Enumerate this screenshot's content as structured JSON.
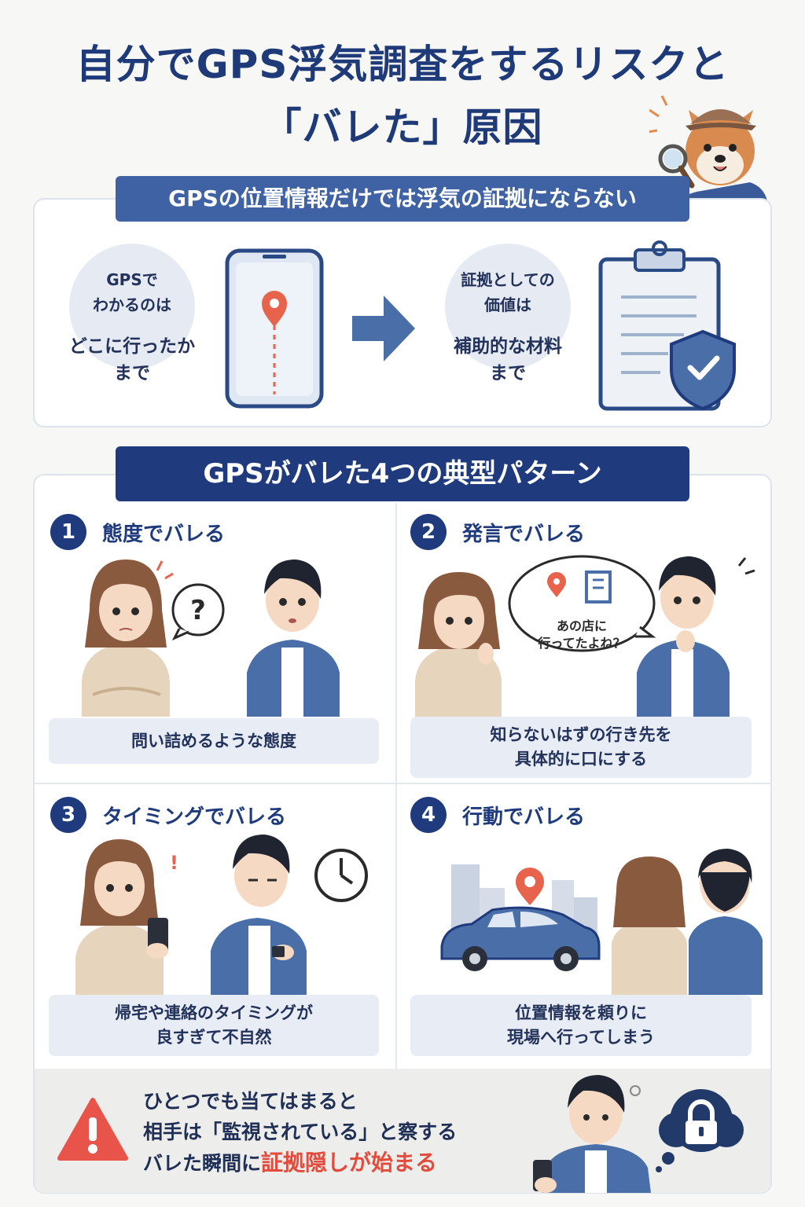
{
  "title": {
    "line1": "自分でGPS浮気調査をするリスクと",
    "line2": "「バレた」原因"
  },
  "section1": {
    "banner": "GPSの位置情報だけでは浮気の証拠にならない",
    "left_bubble": {
      "small1": "GPSで",
      "small2": "わかるのは",
      "big1": "どこに行ったか",
      "big2": "まで"
    },
    "right_bubble": {
      "small1": "証拠としての",
      "small2": "価値は",
      "big1": "補助的な材料",
      "big2": "まで"
    },
    "icons": [
      "phone-map-icon",
      "arrow-right-icon",
      "clipboard-shield-icon"
    ]
  },
  "section2": {
    "banner": "GPSがバレた4つの典型パターン",
    "patterns": [
      {
        "num": "1",
        "title": "態度でバレる",
        "caption1": "問い詰めるような態度",
        "caption2": ""
      },
      {
        "num": "2",
        "title": "発言でバレる",
        "caption1": "知らないはずの行き先を",
        "caption2": "具体的に口にする",
        "speech1": "あの店に",
        "speech2": "行ってたよね？"
      },
      {
        "num": "3",
        "title": "タイミングでバレる",
        "caption1": "帰宅や連絡のタイミングが",
        "caption2": "良すぎて不自然"
      },
      {
        "num": "4",
        "title": "行動でバレる",
        "caption1": "位置情報を頼りに",
        "caption2": "現場へ行ってしまう"
      }
    ]
  },
  "warning": {
    "line1": "ひとつでも当てはまると",
    "line2": "相手は「監視されている」と察する",
    "line3_prefix": "バレた瞬間に",
    "line3_highlight": "証拠隠しが始まる"
  },
  "colors": {
    "navy": "#1f3b7d",
    "blue": "#3e62a4",
    "red": "#e34b3c",
    "bubble": "#e6ebf3"
  }
}
